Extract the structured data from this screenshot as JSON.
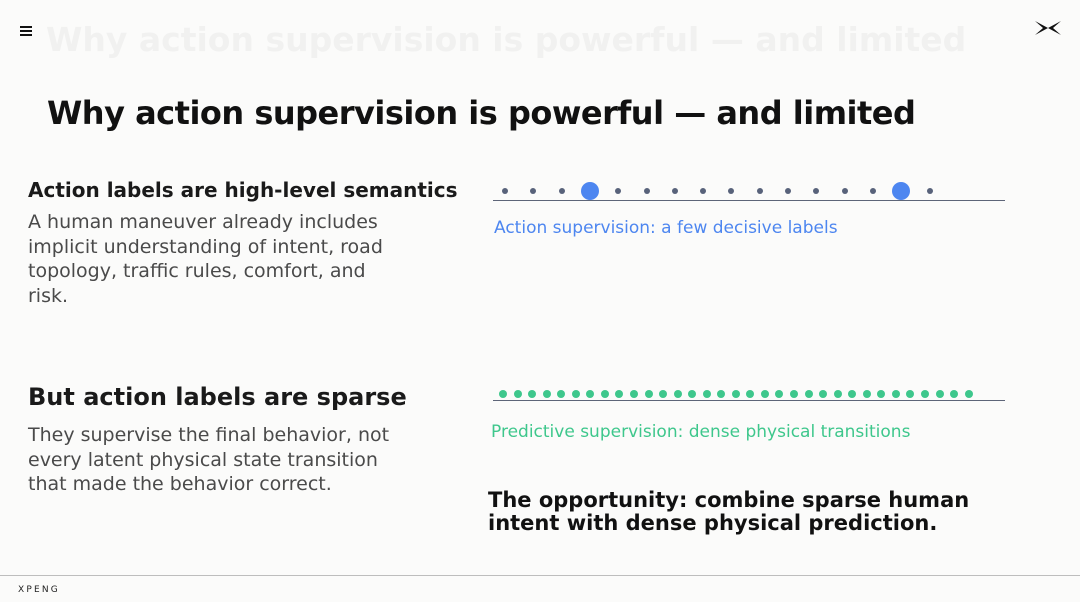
{
  "header": {
    "menu_icon": "hamburger-menu-icon",
    "ghost_title": "Why action supervision is powerful — and limited",
    "brand_icon": "xpeng-x-logo-icon"
  },
  "slide": {
    "title": "Why action supervision is powerful — and limited"
  },
  "left": {
    "section1": {
      "heading": "Action labels are high-level semantics",
      "body": "A human maneuver already includes implicit understanding of intent, road topology, traffic rules, comfort, and risk."
    },
    "section2": {
      "heading": "But action labels are sparse",
      "body": "They supervise the final behavior, not every latent physical state transition that made the behavior correct."
    }
  },
  "right": {
    "sparse_track": {
      "caption": "Action supervision: a few decisive labels",
      "color": "#4d86f0",
      "dot_count": 16,
      "large_dot_indices": [
        3,
        14
      ]
    },
    "dense_track": {
      "caption": "Predictive supervision: dense physical transitions",
      "color": "#3ec78c",
      "dot_count": 33
    },
    "opportunity": "The opportunity: combine sparse human intent with dense physical prediction."
  },
  "footer": {
    "logo_text": "XPENG"
  }
}
